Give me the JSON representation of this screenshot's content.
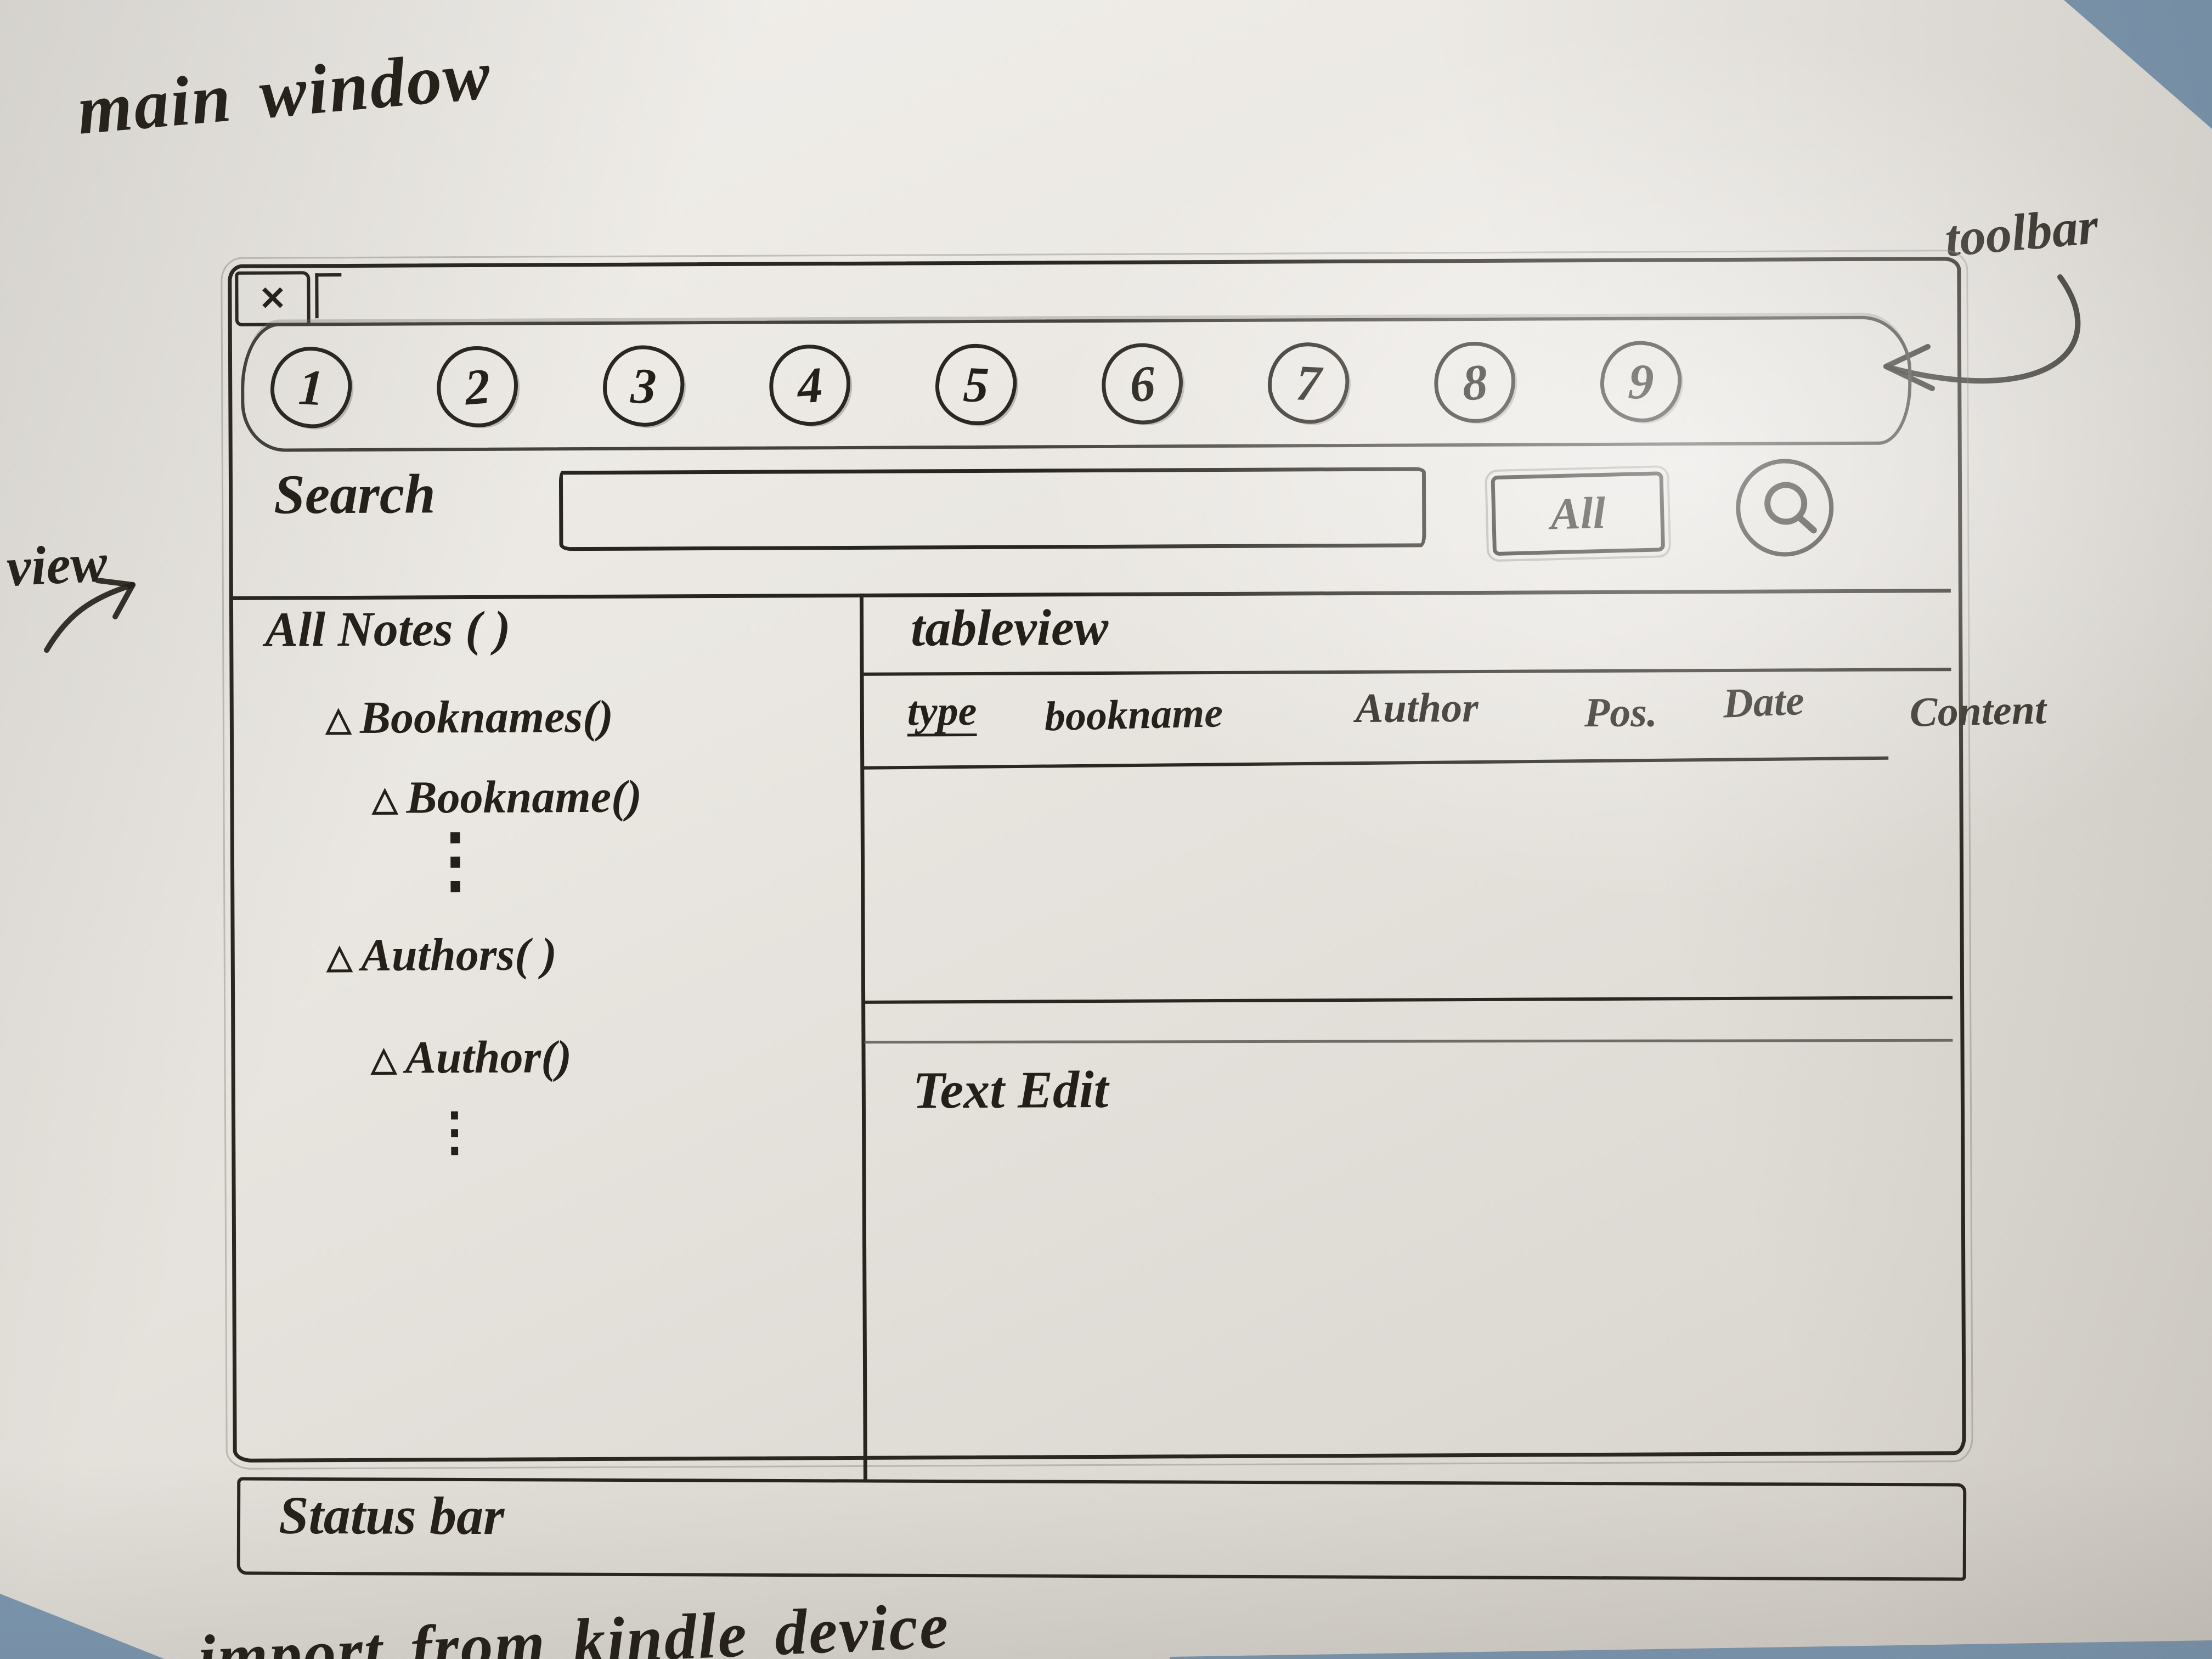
{
  "annotations": {
    "main_window": "main window",
    "toolbar": "toolbar",
    "view": "view",
    "bottom_note": "import from kindle device"
  },
  "window": {
    "close_glyph": "✕",
    "toolbar_buttons": [
      "1",
      "2",
      "3",
      "4",
      "5",
      "6",
      "7",
      "8",
      "9"
    ],
    "search": {
      "label": "Search",
      "value": "",
      "all_button_label": "All"
    },
    "tree": {
      "items": [
        {
          "bullet": "",
          "label": "All Notes ( )"
        },
        {
          "bullet": "△",
          "label": "Booknames()"
        },
        {
          "bullet": "△",
          "label": "Bookname()"
        },
        {
          "bullet": "",
          "label": "⋮"
        },
        {
          "bullet": "△",
          "label": "Authors( )"
        },
        {
          "bullet": "△",
          "label": "Author()"
        },
        {
          "bullet": "",
          "label": "⋮"
        }
      ]
    },
    "tableview": {
      "title": "tableview",
      "columns": [
        "type",
        "bookname",
        "Author",
        "Pos.",
        "Date",
        "Content"
      ]
    },
    "textedit": {
      "title": "Text Edit"
    },
    "statusbar": {
      "label": "Status bar"
    }
  }
}
